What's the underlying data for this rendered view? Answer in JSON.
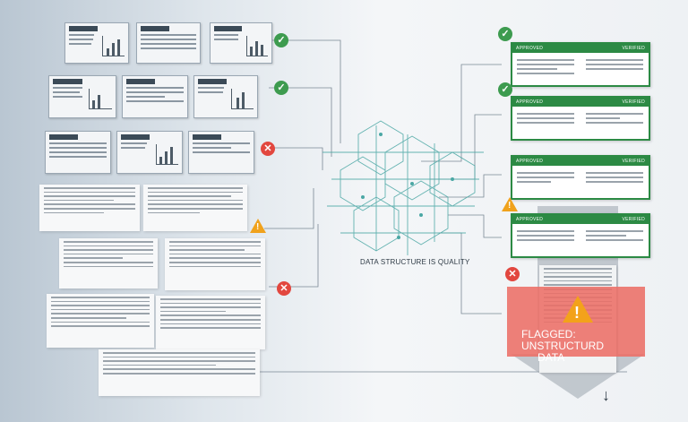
{
  "card_headers": [
    {
      "left": "APPROVED",
      "right": "VERIFIED"
    },
    {
      "left": "APPROVED",
      "right": "VERIFIED"
    },
    {
      "left": "APPROVED",
      "right": "VERIFIED"
    },
    {
      "left": "APPROVED",
      "right": "VERIFIED"
    }
  ],
  "center_label": "DATA STRUCTURE IS QUALITY",
  "flag": {
    "line1": "FLAGGED: UNSTRUCTURD",
    "line2": "DATA"
  },
  "icons": {
    "check": "✓",
    "cross": "✕",
    "warn": "!",
    "down": "↓"
  },
  "colors": {
    "approved": "#2c8a44",
    "flag": "#ec6e66",
    "warning": "#f0a21c",
    "check": "#3d9b4f",
    "cross": "#e2473f"
  }
}
